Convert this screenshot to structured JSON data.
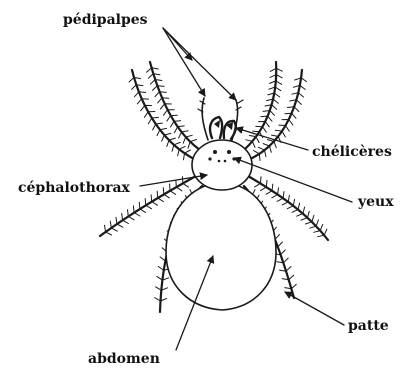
{
  "labels": {
    "pedipalpes": "pédipalpes",
    "cheliceres": "chélicères",
    "cephalothorax": "céphalothorax",
    "yeux": "yeux",
    "abdomen": "abdomen",
    "patte": "patte"
  },
  "colors": {
    "ink": "#1a1a1a",
    "background": "#ffffff"
  }
}
